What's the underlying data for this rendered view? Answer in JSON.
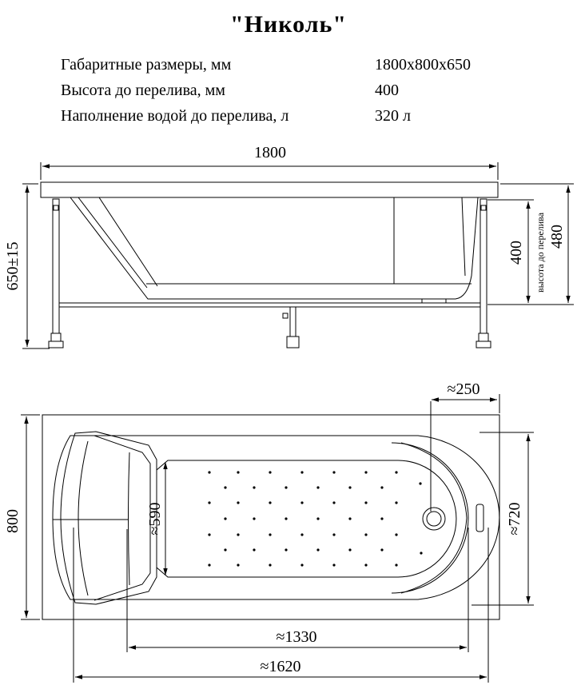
{
  "title": "\"Николь\"",
  "specs": [
    {
      "label": "Габаритные размеры, мм",
      "value": "1800x800x650"
    },
    {
      "label": "Высота до перелива, мм",
      "value": "400"
    },
    {
      "label": "Наполнение водой до перелива, л",
      "value": "320 л"
    }
  ],
  "side_view": {
    "length": "1800",
    "height": "650±15",
    "overflow_height": "400",
    "overflow_label": "высота до перелива",
    "rim_to_floor": "480"
  },
  "top_view": {
    "width": "800",
    "inner_width": "≈720",
    "head_width": "≈590",
    "drain_offset": "≈250",
    "bottom_length": "≈1330",
    "inner_length": "≈1620"
  }
}
